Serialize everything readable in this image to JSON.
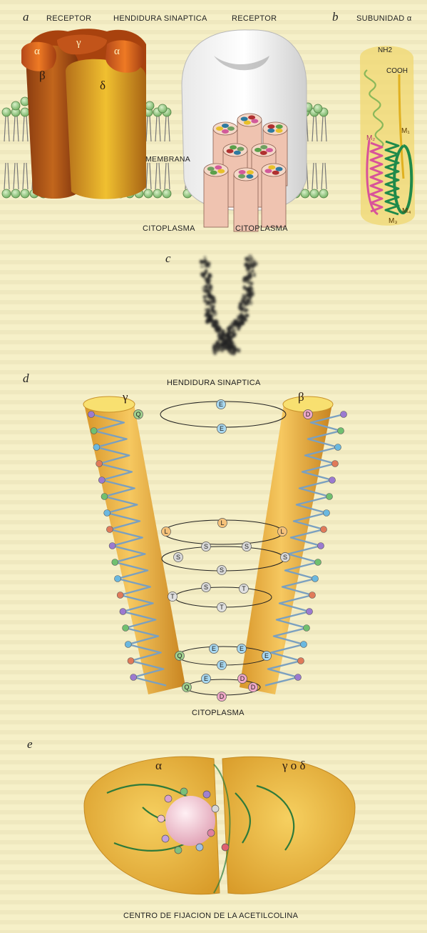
{
  "panel_a": {
    "letter": "a",
    "receptor_left": "RECEPTOR",
    "cleft": "HENDIDURA SINAPTICA",
    "receptor_right": "RECEPTOR",
    "membrane": "MEMBRANA",
    "cytoplasm_left": "CITOPLASMA",
    "cytoplasm_right": "CITOPLASMA",
    "subunits": {
      "alpha1": "α",
      "gamma": "γ",
      "alpha2": "α",
      "beta": "β",
      "delta": "δ"
    }
  },
  "panel_b": {
    "letter": "b",
    "title": "SUBUNIDAD α",
    "nh2": "NH2",
    "cooh": "COOH",
    "m1": "M₁",
    "m2": "M₂",
    "m3": "M₃",
    "m4": "M₄"
  },
  "panel_c": {
    "letter": "c"
  },
  "panel_d": {
    "letter": "d",
    "title": "HENDIDURA SINAPTICA",
    "gamma": "γ",
    "beta": "β",
    "cytoplasm": "CITOPLASMA",
    "ring_residues": {
      "r1": [
        "Q",
        "E",
        "D"
      ],
      "r2": [
        "E"
      ],
      "r3": [
        "L",
        "L",
        "L"
      ],
      "r4": [
        "S",
        "S",
        "S",
        "S"
      ],
      "r5": [
        "S"
      ],
      "r6": [
        "T",
        "S",
        "T"
      ],
      "r7": [
        "T"
      ],
      "r8": [
        "Q",
        "E",
        "E",
        "E"
      ],
      "r9": [
        "E"
      ],
      "r10": [
        "Q",
        "E",
        "D",
        "D"
      ],
      "r11": [
        "D"
      ]
    }
  },
  "panel_e": {
    "letter": "e",
    "alpha": "α",
    "gamma_delta": "γ o δ",
    "caption": "CENTRO DE FIJACION DE LA ACETILCOLINA"
  },
  "colors": {
    "background": "#f6f0c8",
    "cylinder": "#e8b040",
    "alpha_subunit": "#d96a1c",
    "beta_subunit": "#b85a18",
    "delta_subunit": "#d8a020",
    "gamma_subunit": "#c04a10",
    "lipid_head": "#9fd08e",
    "helix_green": "#1f8a4a",
    "helix_pink": "#d8529a"
  }
}
